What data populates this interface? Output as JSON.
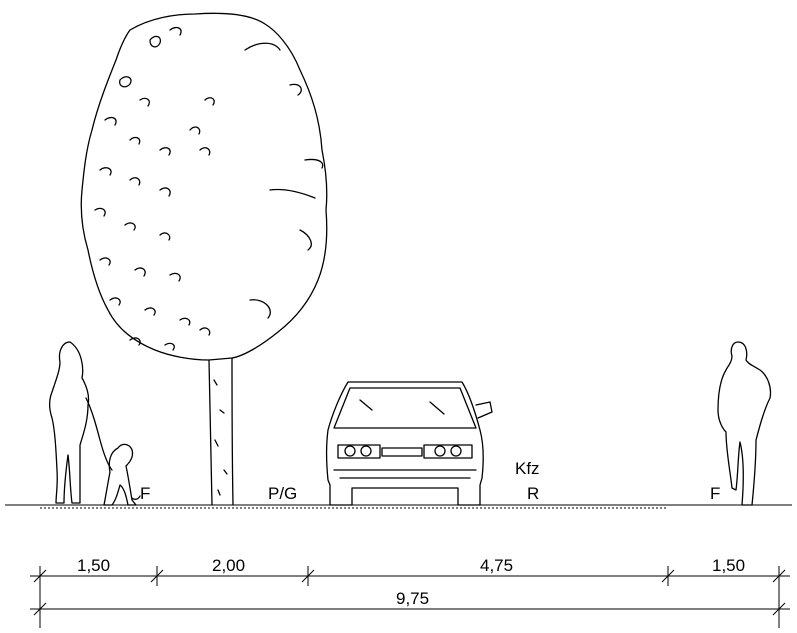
{
  "zones": {
    "f_left": "F",
    "pg": "P/G",
    "kfz": "Kfz",
    "r": "R",
    "f_right": "F"
  },
  "dimensions": {
    "seg1": "1,50",
    "seg2": "2,00",
    "seg3": "4,75",
    "seg4": "1,50",
    "total": "9,75"
  }
}
